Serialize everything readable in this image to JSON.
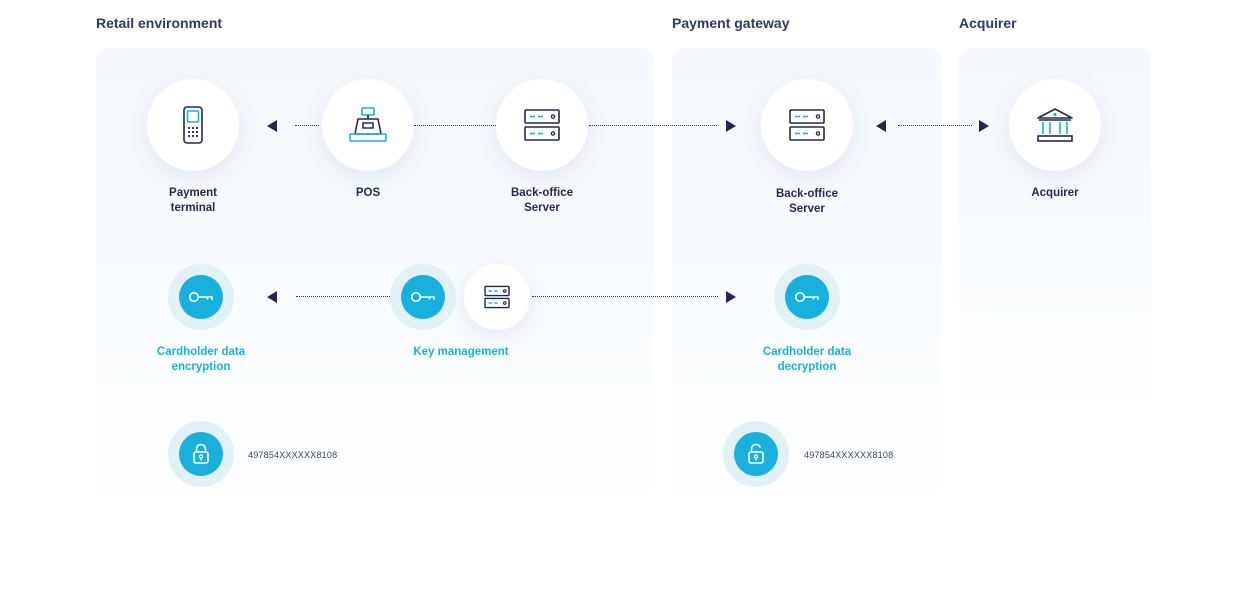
{
  "sections": {
    "retail": "Retail environment",
    "gateway": "Payment gateway",
    "acquirer": "Acquirer"
  },
  "nodes": {
    "payment_terminal": "Payment\nterminal",
    "pos": "POS",
    "retail_back_office": "Back-office\nServer",
    "gateway_back_office": "Back-office\nServer",
    "acquirer": "Acquirer"
  },
  "key_nodes": {
    "encryption": "Cardholder data\nencryption",
    "key_management": "Key management",
    "decryption": "Cardholder data\ndecryption"
  },
  "card_numbers": {
    "encrypted": "497854XXXXXX8108",
    "decrypted": "497854XXXXXX8108"
  },
  "icons": {
    "terminal": "payment-terminal-icon",
    "pos": "cash-register-icon",
    "server": "server-icon",
    "bank": "bank-icon",
    "key": "key-icon",
    "lock": "lock-icon",
    "unlock": "unlock-icon"
  },
  "colors": {
    "navy": "#1e2a52",
    "accent": "#1ab0dd",
    "halo": "#e2f1f6"
  }
}
